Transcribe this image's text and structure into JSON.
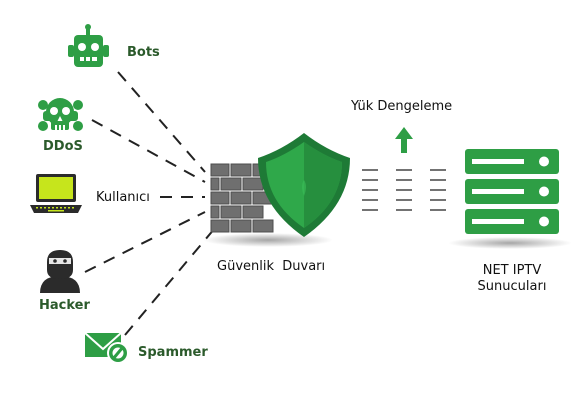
{
  "sources": {
    "bots": "Bots",
    "ddos": "DDoS",
    "kullanici": "Kullanıcı",
    "hacker": "Hacker",
    "spammer": "Spammer"
  },
  "firewall": {
    "label": "Güvenlik  Duvarı"
  },
  "load_balancing": {
    "label": "Yük Dengeleme"
  },
  "servers": {
    "line1": "NET IPTV",
    "line2": "Sunucuları"
  },
  "colors": {
    "green_icon": "#2e9e45",
    "label_green": "#2b5a2b",
    "shield_dark": "#1e7a36",
    "shield_light": "#2fa84a",
    "brick_gray": "#6f6f6f",
    "dash": "#222222"
  },
  "icons": [
    "robot-icon",
    "skull-icon",
    "laptop-icon",
    "hacker-icon",
    "mail-block-icon",
    "brick-wall-icon",
    "shield-icon",
    "up-arrow-icon",
    "server-icon"
  ]
}
